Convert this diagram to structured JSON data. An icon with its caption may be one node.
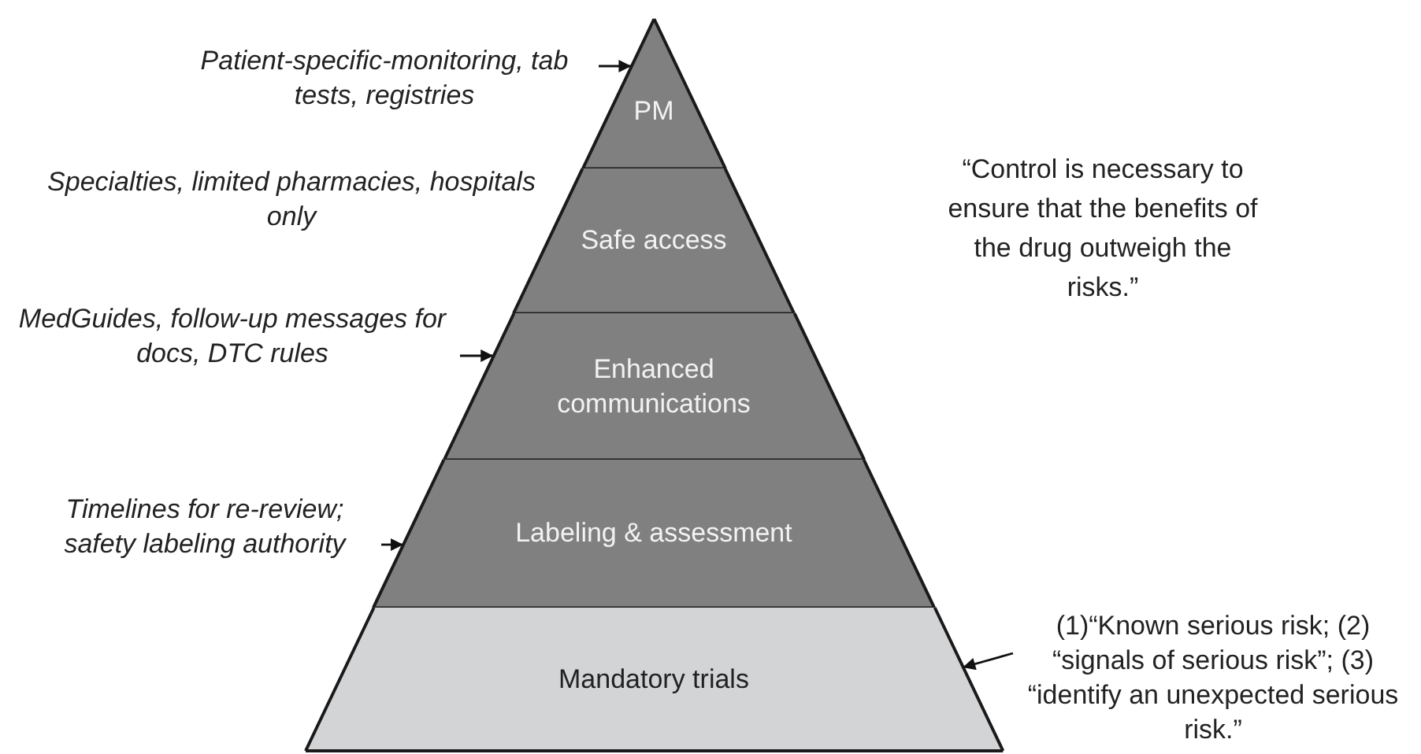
{
  "diagram": {
    "nodes": [
      {
        "text": [
          "PM"
        ]
      },
      {
        "text": [
          "Safe access"
        ]
      },
      {
        "text": [
          "Enhanced communications"
        ]
      },
      {
        "text": [
          "Labeling & assessment"
        ]
      },
      {
        "text": [
          "Mandatory trials"
        ]
      },
      {
        "text": [
          "Patient-specific-monitoring, tab tests, registries"
        ]
      },
      {
        "text": [
          "MedGuides, follow-up messages for docs, DTC rules"
        ]
      },
      {
        "text": [
          "Timelines for re-review; safety labeling authority"
        ]
      },
      {
        "text": [
          "(1)“Known serious risk; (2) “signals of serious risk”; (3) “identify an unexpected serious risk.”"
        ]
      }
    ],
    "edges": [
      {
        "from": 5,
        "to": 0,
        "arrow": "to"
      },
      {
        "from": 6,
        "to": 2,
        "arrow": "to"
      },
      {
        "from": 7,
        "to": 3,
        "arrow": "to"
      },
      {
        "from": 8,
        "to": 4,
        "arrow": "to"
      }
    ],
    "labels": [
      "Specialties, limited pharmacies, hospitals only",
      "“Control is necessary to ensure that the benefits of the drug outweigh the risks.”"
    ]
  }
}
